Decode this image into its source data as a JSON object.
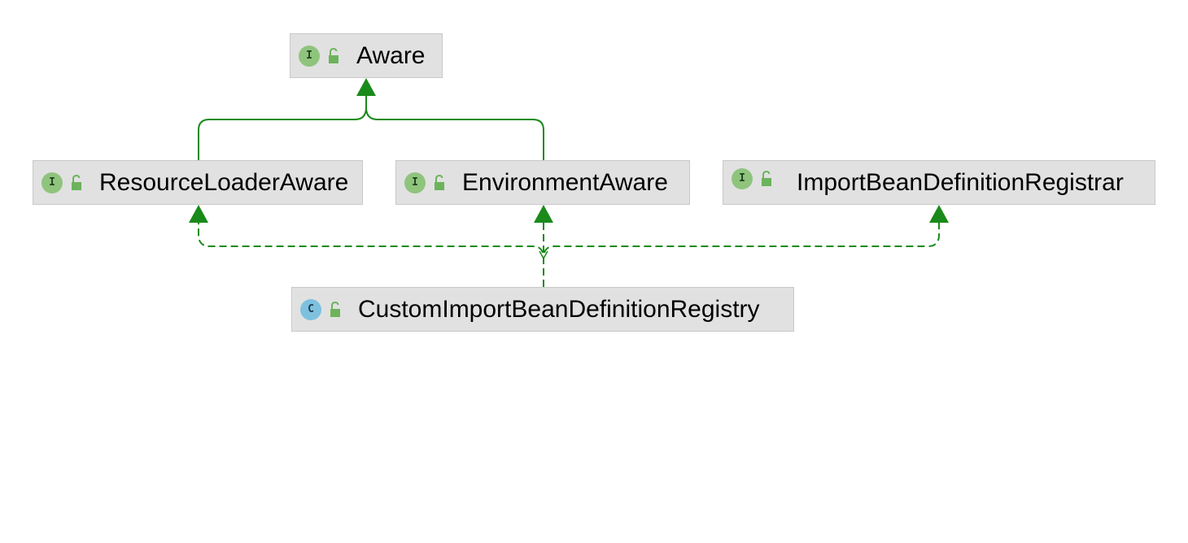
{
  "diagram": {
    "nodes": {
      "aware": {
        "name": "Aware",
        "kind": "interface",
        "badge": "I",
        "icon": "public-lock-icon"
      },
      "resource_loader_aware": {
        "name": "ResourceLoaderAware",
        "kind": "interface",
        "badge": "I",
        "icon": "public-lock-icon"
      },
      "environment_aware": {
        "name": "EnvironmentAware",
        "kind": "interface",
        "badge": "I",
        "icon": "public-lock-icon"
      },
      "import_bean_definition_registrar": {
        "name": "ImportBeanDefinitionRegistrar",
        "kind": "interface",
        "badge": "I",
        "icon": "public-lock-icon"
      },
      "custom_import_bean_definition_registry": {
        "name": "CustomImportBeanDefinitionRegistry",
        "kind": "class",
        "badge": "C",
        "icon": "public-lock-icon"
      }
    },
    "edges": [
      {
        "from": "ResourceLoaderAware",
        "to": "Aware",
        "type": "extends"
      },
      {
        "from": "EnvironmentAware",
        "to": "Aware",
        "type": "extends"
      },
      {
        "from": "CustomImportBeanDefinitionRegistry",
        "to": "ResourceLoaderAware",
        "type": "implements"
      },
      {
        "from": "CustomImportBeanDefinitionRegistry",
        "to": "EnvironmentAware",
        "type": "implements"
      },
      {
        "from": "CustomImportBeanDefinitionRegistry",
        "to": "ImportBeanDefinitionRegistrar",
        "type": "implements"
      }
    ],
    "colors": {
      "edge": "#1a8a1a",
      "node_background": "#e1e1e1",
      "node_border": "#c9c9c9",
      "interface_badge": "#8fc47d",
      "class_badge": "#7ec1df",
      "lock": "#6cb35c"
    }
  }
}
